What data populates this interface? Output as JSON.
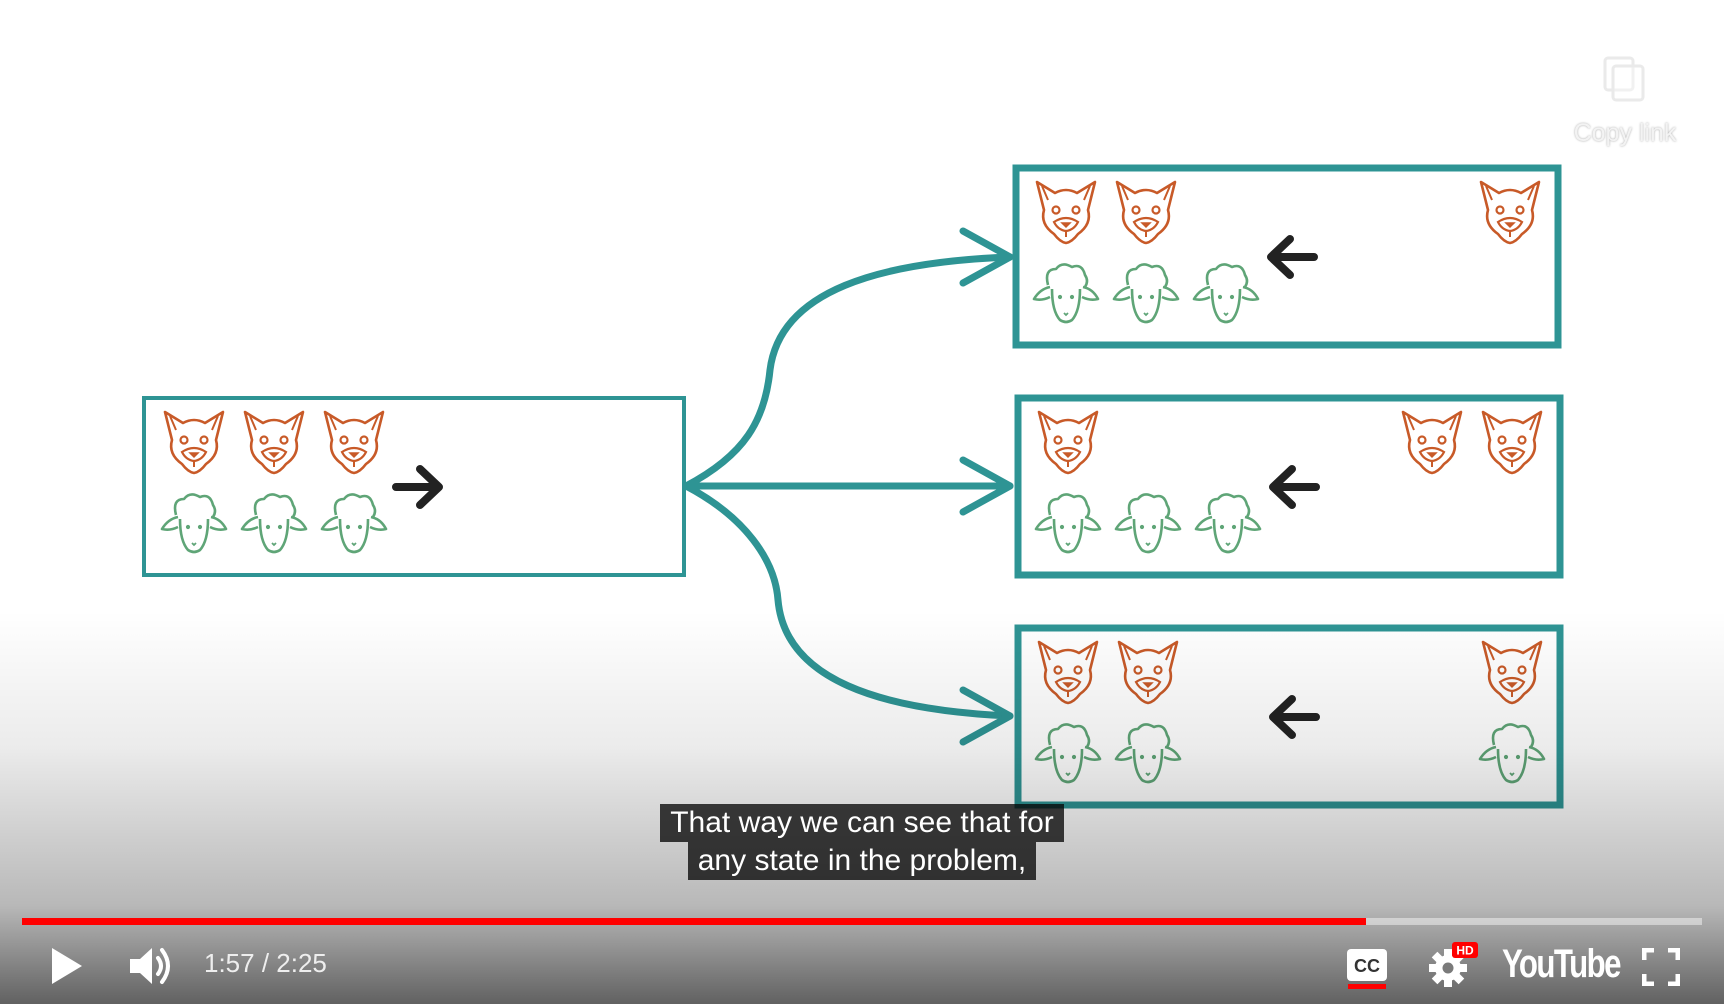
{
  "player": {
    "copy_link_label": "Copy link",
    "captions": [
      "That way we can see that for",
      "any state in the problem,"
    ],
    "time_current": "1:57",
    "time_separator": " / ",
    "time_total": "2:25",
    "progress_fraction": 0.8,
    "logo_text": "YouTube",
    "cc_label": "CC",
    "hd_badge": "HD"
  },
  "colors": {
    "teal": "#2e9494",
    "wolf": "#c85a28",
    "sheep": "#5fa577",
    "arrow": "#222222",
    "progress_red": "#ff0000"
  },
  "icons": [
    "copy-link-icon",
    "play-icon",
    "volume-icon",
    "cc-icon",
    "gear-icon",
    "fullscreen-icon"
  ],
  "diagram": {
    "start_state": {
      "left_wolves": 3,
      "left_sheep": 3,
      "boat": "right",
      "right_wolves": 0,
      "right_sheep": 0
    },
    "next_states": [
      {
        "left_wolves": 2,
        "left_sheep": 3,
        "boat": "left",
        "right_wolves": 1,
        "right_sheep": 0
      },
      {
        "left_wolves": 1,
        "left_sheep": 3,
        "boat": "left",
        "right_wolves": 2,
        "right_sheep": 0
      },
      {
        "left_wolves": 2,
        "left_sheep": 2,
        "boat": "left",
        "right_wolves": 1,
        "right_sheep": 1
      }
    ]
  }
}
